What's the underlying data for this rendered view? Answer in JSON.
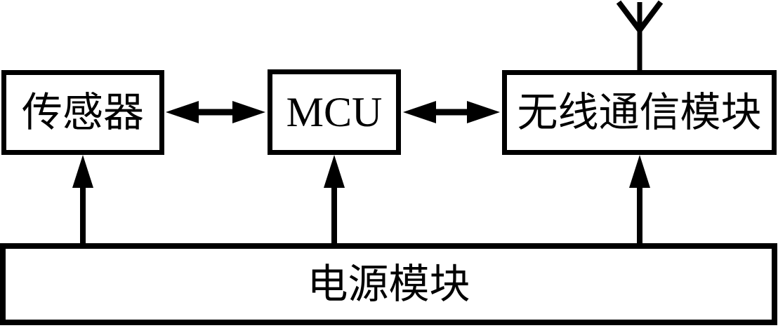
{
  "diagram": {
    "type": "block-diagram",
    "blocks": {
      "sensor": {
        "label": "传感器"
      },
      "mcu": {
        "label": "MCU"
      },
      "wireless": {
        "label": "无线通信模块"
      },
      "power": {
        "label": "电源模块"
      }
    },
    "connections": [
      {
        "from": "sensor",
        "to": "mcu",
        "type": "bidirectional-arrow"
      },
      {
        "from": "mcu",
        "to": "wireless",
        "type": "bidirectional-arrow"
      },
      {
        "from": "power",
        "to": "sensor",
        "type": "arrow-up"
      },
      {
        "from": "power",
        "to": "mcu",
        "type": "arrow-up"
      },
      {
        "from": "power",
        "to": "wireless",
        "type": "arrow-up"
      }
    ],
    "antenna": {
      "attached_to": "wireless"
    },
    "colors": {
      "line": "#000000",
      "background": "#ffffff",
      "text": "#000000"
    }
  }
}
